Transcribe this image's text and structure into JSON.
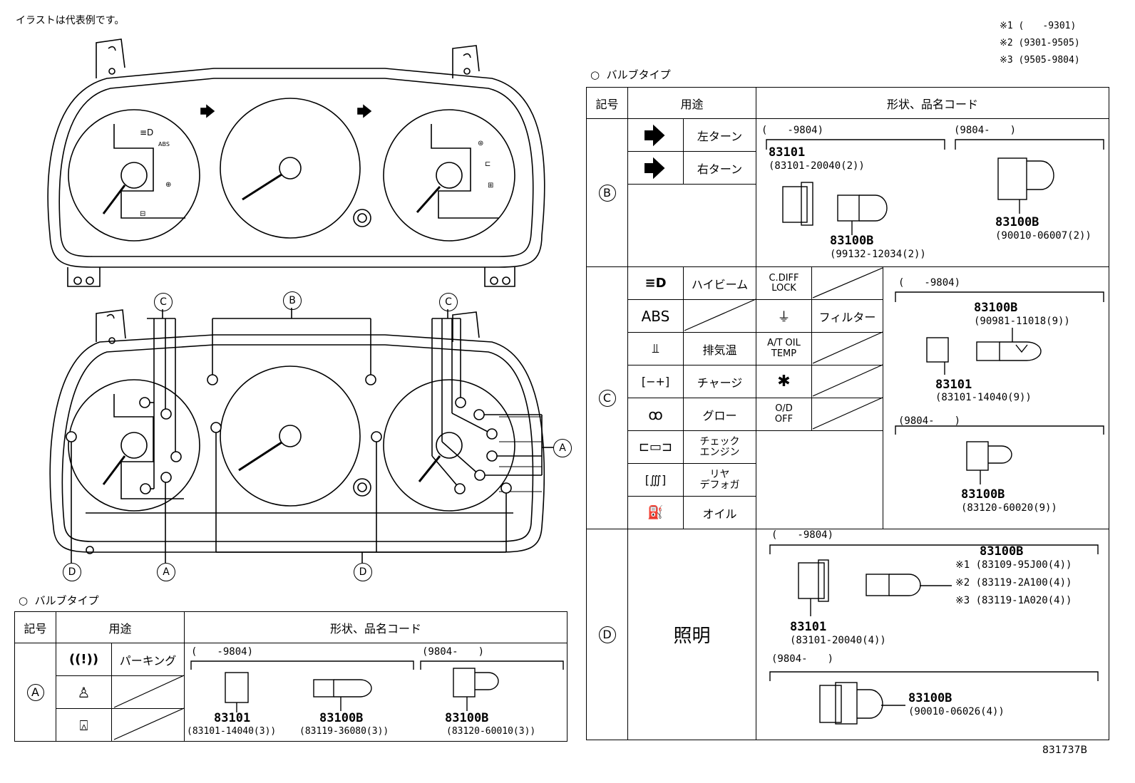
{
  "note": "イラストは代表例です。",
  "figure_id": "831737B",
  "date_notes": [
    "※1 (　　-9301)",
    "※2 (9301-9505)",
    "※3 (9505-9804)"
  ],
  "callouts": {
    "a": "A",
    "b": "B",
    "c": "C",
    "d": "D"
  },
  "table_right": {
    "heading": "バルブタイプ",
    "col_code": "記号",
    "col_use": "用途",
    "col_shape": "形状、品名コード",
    "b": {
      "turn_left": "左ターン",
      "turn_right": "右ターン",
      "range_old": "(　　-9804)",
      "range_new": "(9804-　　)",
      "old_socket_pn": "83101",
      "old_socket_code": "(83101-20040(2))",
      "old_bulb_pn": "83100B",
      "old_bulb_code": "(99132-12034(2))",
      "new_pn": "83100B",
      "new_code": "(90010-06007(2))"
    },
    "c": {
      "high_beam": "ハイビーム",
      "abs": "ABS",
      "exhaust_temp": "排気温",
      "charge": "チャージ",
      "glow": "グロー",
      "check_engine": "チェック\nエンジン",
      "rear_defog": "リヤ\nデフォガ",
      "oil": "オイル",
      "cdiff": "C.DIFF\nLOCK",
      "filter": "フィルター",
      "at_oil": "A/T OIL\nTEMP",
      "od_off": "O/D\nOFF",
      "range_old": "(　　-9804)",
      "range_new": "(9804-　　)",
      "old_bulb_pn": "83100B",
      "old_bulb_code": "(90981-11018(9))",
      "old_socket_pn": "83101",
      "old_socket_code": "(83101-14040(9))",
      "new_pn": "83100B",
      "new_code": "(83120-60020(9))"
    },
    "d": {
      "illumination": "照明",
      "range_old": "(　　-9804)",
      "range_new": "(9804-　　)",
      "bulb_pn": "83100B",
      "bulb_code_1": "※1 (83109-95J00(4))",
      "bulb_code_2": "※2 (83119-2A100(4))",
      "bulb_code_3": "※3 (83119-1A020(4))",
      "socket_pn": "83101",
      "socket_code": "(83101-20040(4))",
      "new_pn": "83100B",
      "new_code": "(90010-06026(4))"
    }
  },
  "table_left": {
    "heading": "バルブタイプ",
    "col_code": "記号",
    "col_use": "用途",
    "col_shape": "形状、品名コード",
    "a": {
      "parking": "パーキング",
      "range_old": "(　　-9804)",
      "range_new": "(9804-　　)",
      "socket_pn": "83101",
      "socket_code": "(83101-14040(3))",
      "bulb_pn": "83100B",
      "bulb_code": "(83119-36080(3))",
      "new_pn": "83100B",
      "new_code": "(83120-60010(3))"
    }
  }
}
